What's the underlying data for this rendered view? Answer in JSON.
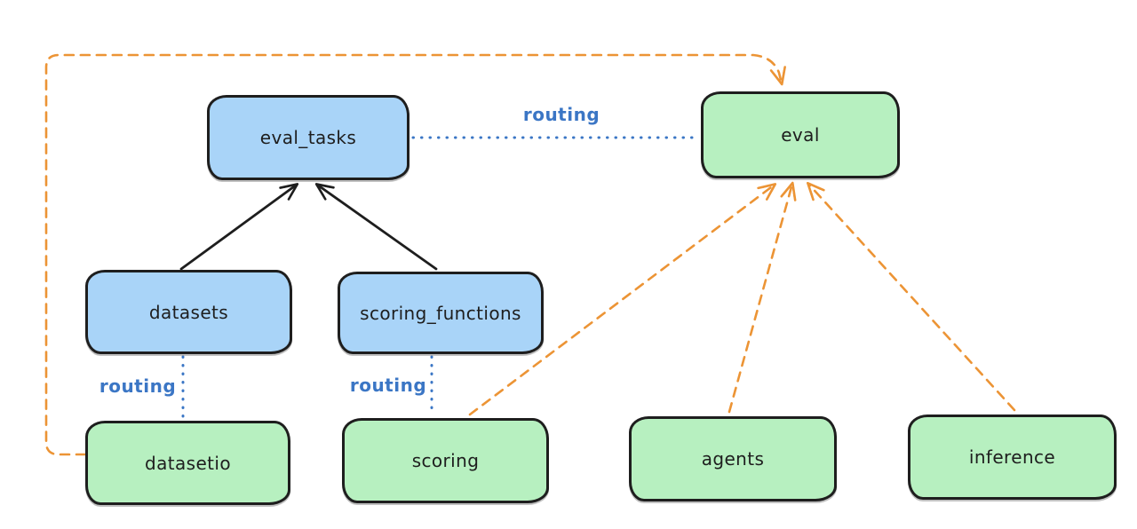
{
  "diagram": {
    "style": "hand-drawn architecture diagram",
    "colors": {
      "background": "#ffffff",
      "blue_node_fill": "#a9d4f8",
      "green_node_fill": "#b7f0c0",
      "node_border": "#1e1e1e",
      "solid_arrow": "#1e1e1e",
      "routing_blue": "#3b76c5",
      "provider_orange": "#ec9435"
    },
    "nodes": [
      {
        "id": "eval_tasks",
        "label": "eval_tasks",
        "color": "blue"
      },
      {
        "id": "eval",
        "label": "eval",
        "color": "green"
      },
      {
        "id": "datasets",
        "label": "datasets",
        "color": "blue"
      },
      {
        "id": "scoring_functions",
        "label": "scoring_functions",
        "color": "blue"
      },
      {
        "id": "datasetio",
        "label": "datasetio",
        "color": "green"
      },
      {
        "id": "scoring",
        "label": "scoring",
        "color": "green"
      },
      {
        "id": "agents",
        "label": "agents",
        "color": "green"
      },
      {
        "id": "inference",
        "label": "inference",
        "color": "green"
      }
    ],
    "edge_labels": [
      {
        "id": "routing-top",
        "text": "routing"
      },
      {
        "id": "routing-left",
        "text": "routing"
      },
      {
        "id": "routing-middle",
        "text": "routing"
      }
    ],
    "edges": [
      {
        "from": "datasets",
        "to": "eval_tasks",
        "style": "solid",
        "color": "black",
        "arrow": true
      },
      {
        "from": "scoring_functions",
        "to": "eval_tasks",
        "style": "solid",
        "color": "black",
        "arrow": true
      },
      {
        "from": "eval_tasks",
        "to": "eval",
        "style": "dotted",
        "color": "blue",
        "arrow": false,
        "label": "routing"
      },
      {
        "from": "datasets",
        "to": "datasetio",
        "style": "dotted",
        "color": "blue",
        "arrow": false,
        "label": "routing"
      },
      {
        "from": "scoring_functions",
        "to": "scoring",
        "style": "dotted",
        "color": "blue",
        "arrow": false,
        "label": "routing"
      },
      {
        "from": "datasetio",
        "to": "eval",
        "style": "dashed",
        "color": "orange",
        "arrow": true
      },
      {
        "from": "scoring",
        "to": "eval",
        "style": "dashed",
        "color": "orange",
        "arrow": true
      },
      {
        "from": "agents",
        "to": "eval",
        "style": "dashed",
        "color": "orange",
        "arrow": true
      },
      {
        "from": "inference",
        "to": "eval",
        "style": "dashed",
        "color": "orange",
        "arrow": true
      }
    ]
  }
}
